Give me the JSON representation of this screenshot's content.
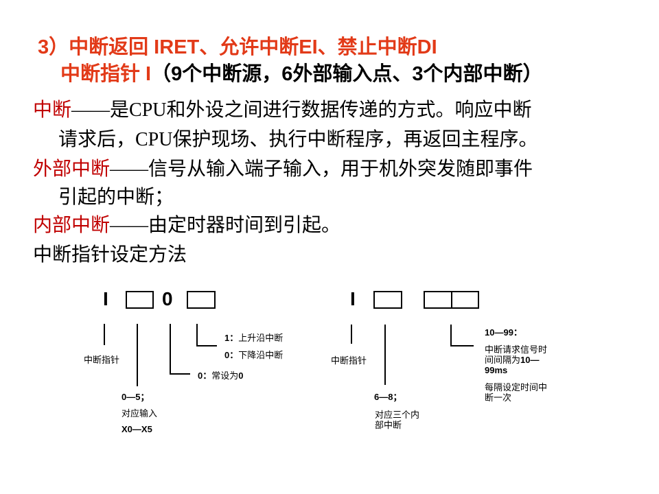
{
  "title": {
    "line1": "3）中断返回 IRET、允许中断EI、禁止中断DI",
    "line2_red": "中断指针 I",
    "line2_black": "（9个中断源，6外部输入点、3个内部中断）"
  },
  "body": {
    "p1_lead": "中断",
    "p1_line1": "——是CPU和外设之间进行数据传递的方式。响应中断",
    "p1_line2": "请求后，CPU保护现场、执行中断程序，再返回主程序。",
    "p2_lead": "外部中断",
    "p2_line1": "——信号从输入端子输入，用于机外突发随即事件",
    "p2_line2": "引起的中断；",
    "p3_lead": "内部中断",
    "p3_line1": "——由定时器时间到引起。",
    "p4": "中断指针设定方法"
  },
  "diagram": {
    "left": {
      "symbol_i": "I",
      "digit_zero": "0",
      "pointer_label": "中断指针",
      "rising": {
        "num": "1：",
        "text": "上升沿中断"
      },
      "falling": {
        "num": "0：",
        "text": "下降沿中断"
      },
      "const": {
        "num": "0：",
        "text": "常设为",
        "num2": "0"
      },
      "range": "0—5；",
      "range_desc1": "对应输入",
      "range_desc2": "X0—X5"
    },
    "right": {
      "symbol_i": "I",
      "pointer_label": "中断指针",
      "range": "6—8；",
      "range_desc1": "对应三个内",
      "range_desc2": "部中断",
      "interval_head": "10—99：",
      "interval_l1": "中断请求信号时",
      "interval_l2a": "间间隔为",
      "interval_l2b": "10—",
      "interval_l3": "99ms",
      "repeat_l1": "每隔设定时间中",
      "repeat_l2": "断一次"
    }
  },
  "colors": {
    "title_red": "#e23a18",
    "body_red": "#c00000",
    "text": "#000000",
    "background": "#ffffff"
  }
}
